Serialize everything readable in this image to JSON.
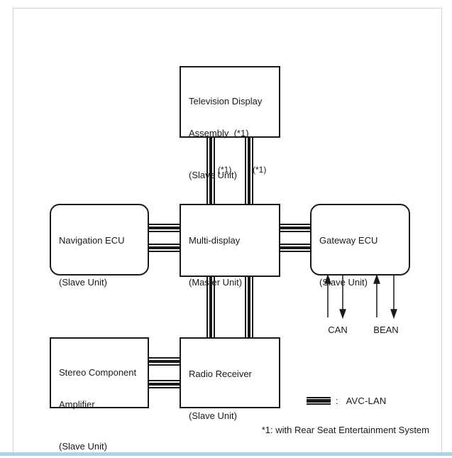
{
  "diagram": {
    "nodes": {
      "television": {
        "title_line1": "Television Display",
        "title_line2": "Assembly  (*1)",
        "role": "(Slave Unit)"
      },
      "navigation": {
        "title_line1": "Navigation ECU",
        "role": "(Slave Unit)"
      },
      "multi_display": {
        "title_line1": "Multi-display",
        "role": "(Master Unit)"
      },
      "gateway": {
        "title_line1": "Gateway ECU",
        "role": "(Slave Unit)"
      },
      "stereo": {
        "title_line1": "Stereo Component",
        "title_line2": "Amplifier",
        "role": "(Slave Unit)"
      },
      "radio": {
        "title_line1": "Radio Receiver",
        "role": "(Slave Unit)"
      }
    },
    "wire_labels": {
      "left": "(*1)",
      "right": "(*1)"
    },
    "external_buses": {
      "can": "CAN",
      "bean": "BEAN"
    },
    "legend": {
      "colon": ":",
      "label": "AVC-LAN"
    },
    "footnote": "*1: with Rear Seat Entertainment System"
  },
  "colors": {
    "ink": "#1a1a1a",
    "frame_border": "#d2d2d2",
    "bottom_accent": "#aed2e3"
  }
}
